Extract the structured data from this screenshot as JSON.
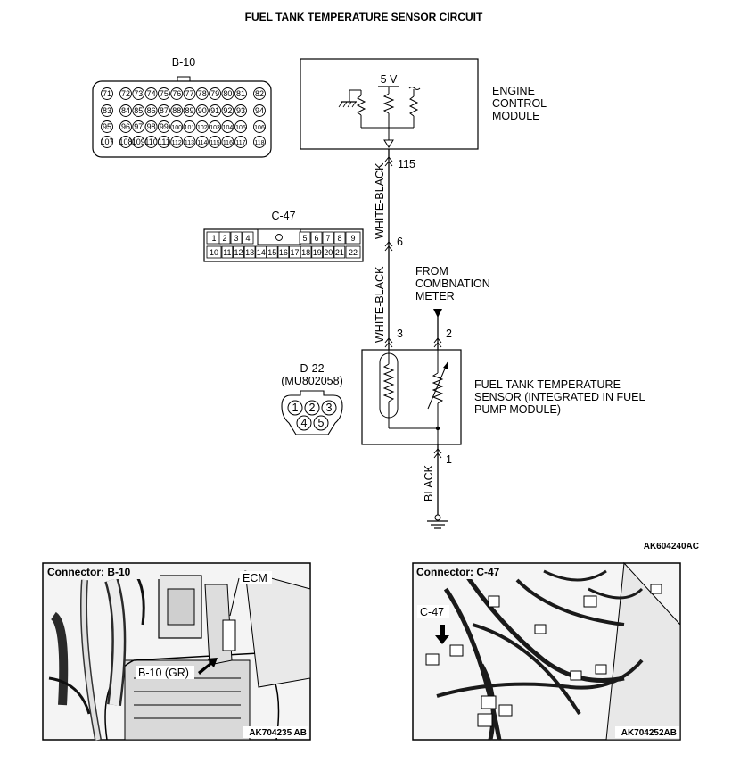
{
  "title": "FUEL TANK TEMPERATURE SENSOR CIRCUIT",
  "ecm": {
    "voltage": "5 V",
    "label_lines": [
      "ENGINE",
      "CONTROL",
      "MODULE"
    ],
    "pin": "115"
  },
  "connector_b10": {
    "name": "B-10",
    "rows": [
      [
        "71",
        "72",
        "73",
        "74",
        "75",
        "76",
        "77",
        "78",
        "79",
        "80",
        "81",
        "82"
      ],
      [
        "83",
        "84",
        "85",
        "86",
        "87",
        "88",
        "89",
        "90",
        "91",
        "92",
        "93",
        "94"
      ],
      [
        "95",
        "96",
        "97",
        "98",
        "99",
        "100",
        "101",
        "102",
        "103",
        "104",
        "105",
        "106"
      ],
      [
        "107",
        "108",
        "109",
        "110",
        "111",
        "112",
        "113",
        "114",
        "115",
        "116",
        "117",
        "118"
      ]
    ]
  },
  "connector_c47": {
    "name": "C-47",
    "top_row": [
      "1",
      "2",
      "3",
      "4",
      "",
      "5",
      "6",
      "7",
      "8",
      "9"
    ],
    "bottom_row": [
      "10",
      "11",
      "12",
      "13",
      "14",
      "15",
      "16",
      "17",
      "18",
      "19",
      "20",
      "21",
      "22"
    ]
  },
  "connector_d22": {
    "name": "D-22",
    "part": "(MU802058)",
    "pins": [
      "1",
      "2",
      "3",
      "4",
      "5"
    ]
  },
  "wires": {
    "upper": "WHITE-BLACK",
    "lower": "WHITE-BLACK",
    "ground": "BLACK",
    "pin_c47": "6",
    "pin_sensor_signal": "3",
    "pin_sensor_meter": "2",
    "pin_sensor_ground": "1"
  },
  "meter_label_lines": [
    "FROM",
    "COMBNATION",
    "METER"
  ],
  "sensor_label_lines": [
    "FUEL TANK TEMPERATURE",
    "SENSOR (INTEGRATED IN FUEL",
    "PUMP MODULE)"
  ],
  "diagram_code": "AK604240AC",
  "photo_left": {
    "title": "Connector: B-10",
    "callout_ecm": "ECM",
    "callout_connector": "B-10 (GR)",
    "code": "AK704235 AB"
  },
  "photo_right": {
    "title": "Connector: C-47",
    "callout_connector": "C-47",
    "code": "AK704252AB"
  }
}
